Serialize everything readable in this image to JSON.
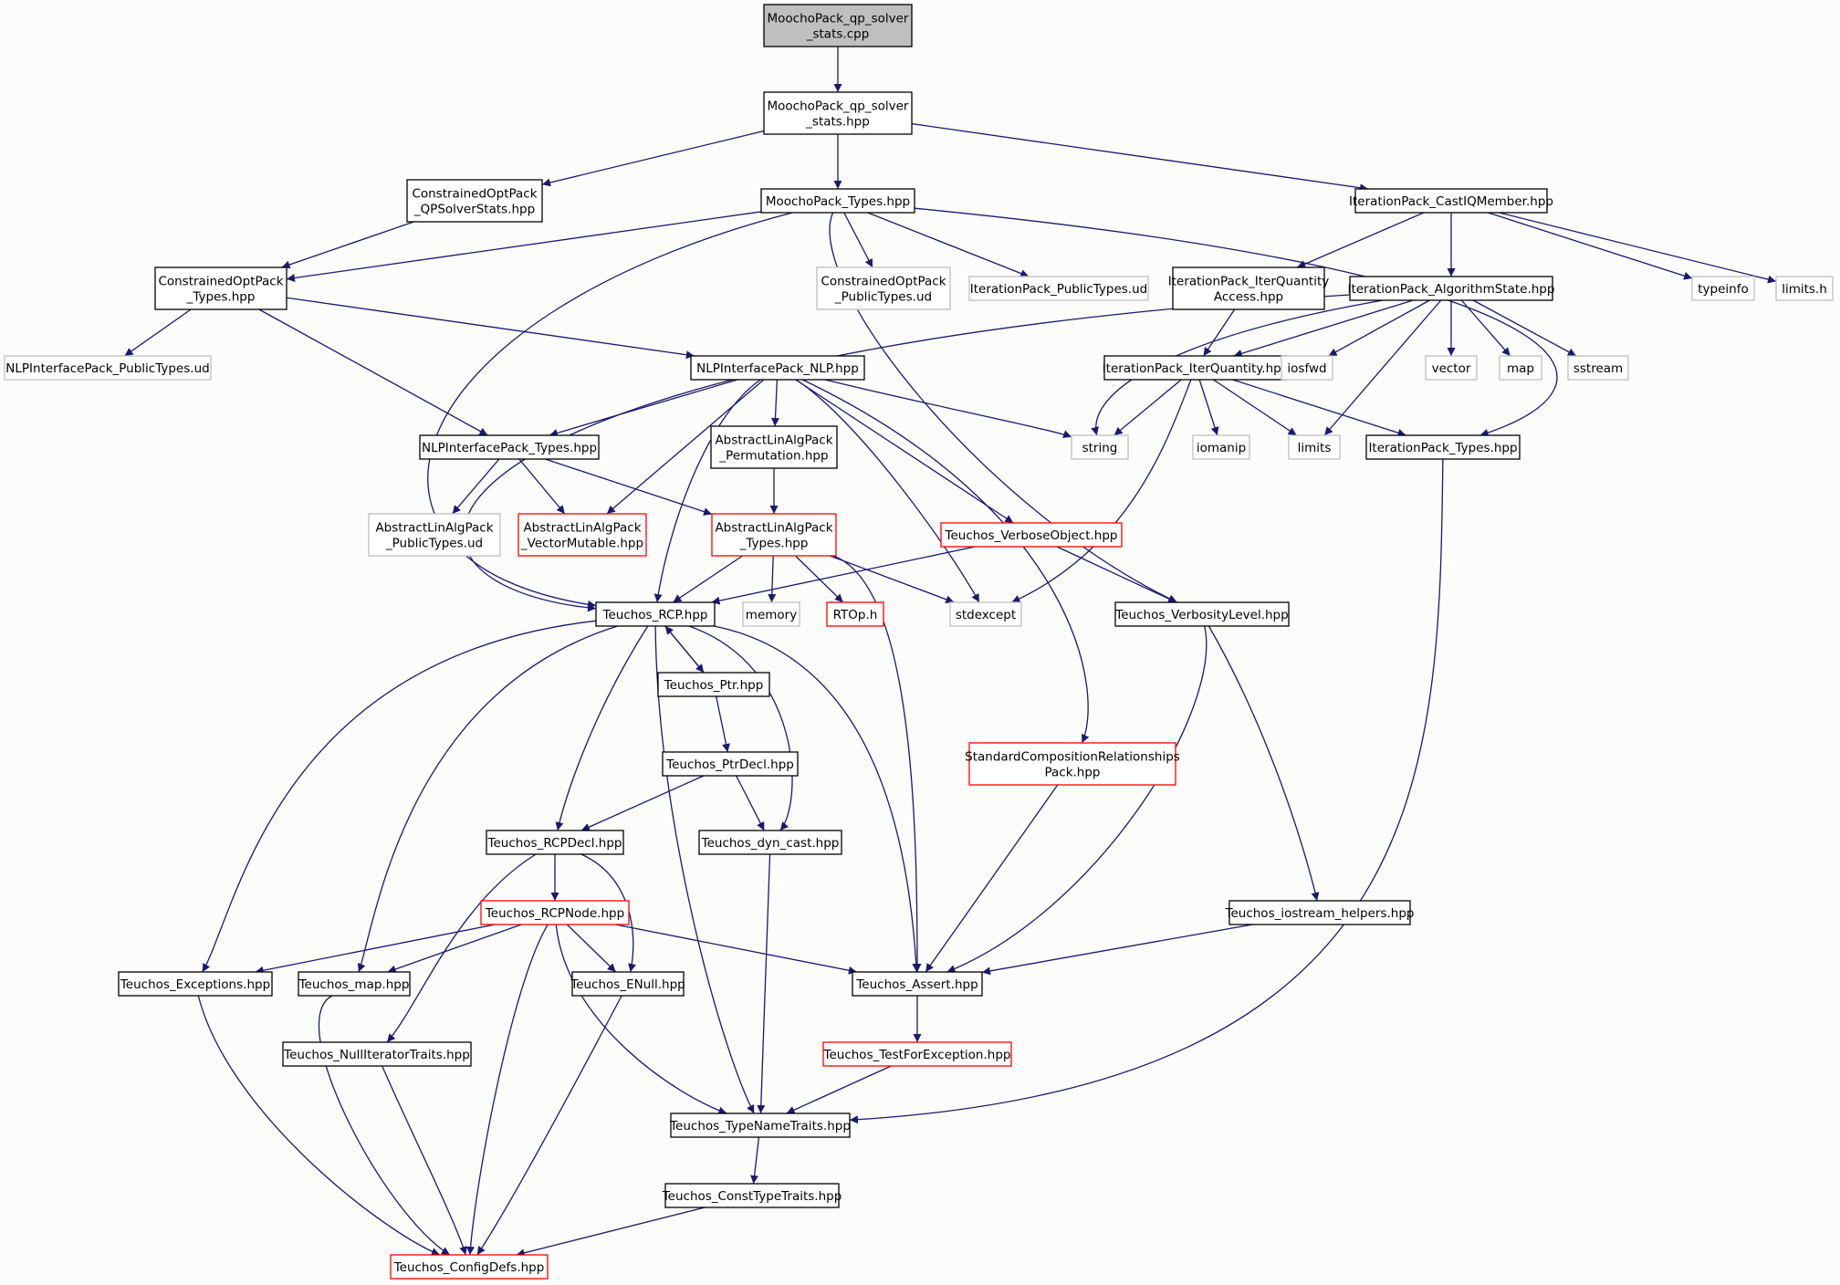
{
  "colors": {
    "background": "#fcfcfa",
    "edge": "#191970",
    "root_fill": "#bfbfbf",
    "normal_border": "#000000",
    "truncated_border": "#ff0000",
    "external_border": "#bfbfbf"
  },
  "nodes": [
    {
      "id": "root",
      "lines": [
        "MoochoPack_qp_solver",
        "_stats.cpp"
      ],
      "kind": "root"
    },
    {
      "id": "qpstats_hpp",
      "lines": [
        "MoochoPack_qp_solver",
        "_stats.hpp"
      ],
      "kind": "normal"
    },
    {
      "id": "co_qpsolverstats",
      "lines": [
        "ConstrainedOptPack",
        "_QPSolverStats.hpp"
      ],
      "kind": "normal"
    },
    {
      "id": "moocho_types",
      "lines": [
        "MoochoPack_Types.hpp"
      ],
      "kind": "normal"
    },
    {
      "id": "ip_castiq",
      "lines": [
        "IterationPack_CastIQMember.hpp"
      ],
      "kind": "normal"
    },
    {
      "id": "co_types",
      "lines": [
        "ConstrainedOptPack",
        "_Types.hpp"
      ],
      "kind": "normal"
    },
    {
      "id": "co_pubtypes",
      "lines": [
        "ConstrainedOptPack",
        "_PublicTypes.ud"
      ],
      "kind": "external"
    },
    {
      "id": "ip_pubtypes",
      "lines": [
        "IterationPack_PublicTypes.ud"
      ],
      "kind": "external"
    },
    {
      "id": "ip_iqaccess",
      "lines": [
        "IterationPack_IterQuantity",
        "Access.hpp"
      ],
      "kind": "normal"
    },
    {
      "id": "ip_algstate",
      "lines": [
        "IterationPack_AlgorithmState.hpp"
      ],
      "kind": "normal"
    },
    {
      "id": "typeinfo",
      "lines": [
        "typeinfo"
      ],
      "kind": "external"
    },
    {
      "id": "limits_h",
      "lines": [
        "limits.h"
      ],
      "kind": "external"
    },
    {
      "id": "nlp_pubtypes",
      "lines": [
        "NLPInterfacePack_PublicTypes.ud"
      ],
      "kind": "external"
    },
    {
      "id": "nlp_nlp",
      "lines": [
        "NLPInterfacePack_NLP.hpp"
      ],
      "kind": "normal"
    },
    {
      "id": "ip_iterq",
      "lines": [
        "IterationPack_IterQuantity.hpp"
      ],
      "kind": "normal"
    },
    {
      "id": "iosfwd",
      "lines": [
        "iosfwd"
      ],
      "kind": "external"
    },
    {
      "id": "vector",
      "lines": [
        "vector"
      ],
      "kind": "external"
    },
    {
      "id": "map",
      "lines": [
        "map"
      ],
      "kind": "external"
    },
    {
      "id": "sstream",
      "lines": [
        "sstream"
      ],
      "kind": "external"
    },
    {
      "id": "nlp_types",
      "lines": [
        "NLPInterfacePack_Types.hpp"
      ],
      "kind": "normal"
    },
    {
      "id": "ala_perm",
      "lines": [
        "AbstractLinAlgPack",
        "_Permutation.hpp"
      ],
      "kind": "normal"
    },
    {
      "id": "string",
      "lines": [
        "string"
      ],
      "kind": "external"
    },
    {
      "id": "iomanip",
      "lines": [
        "iomanip"
      ],
      "kind": "external"
    },
    {
      "id": "limits",
      "lines": [
        "limits"
      ],
      "kind": "external"
    },
    {
      "id": "ip_types",
      "lines": [
        "IterationPack_Types.hpp"
      ],
      "kind": "normal"
    },
    {
      "id": "ala_pubtypes",
      "lines": [
        "AbstractLinAlgPack",
        "_PublicTypes.ud"
      ],
      "kind": "external"
    },
    {
      "id": "ala_vecmut",
      "lines": [
        "AbstractLinAlgPack",
        "_VectorMutable.hpp"
      ],
      "kind": "truncated"
    },
    {
      "id": "ala_types",
      "lines": [
        "AbstractLinAlgPack",
        "_Types.hpp"
      ],
      "kind": "truncated"
    },
    {
      "id": "t_verboseobj",
      "lines": [
        "Teuchos_VerboseObject.hpp"
      ],
      "kind": "truncated"
    },
    {
      "id": "t_rcp",
      "lines": [
        "Teuchos_RCP.hpp"
      ],
      "kind": "normal"
    },
    {
      "id": "memory",
      "lines": [
        "memory"
      ],
      "kind": "external"
    },
    {
      "id": "rtop",
      "lines": [
        "RTOp.h"
      ],
      "kind": "truncated"
    },
    {
      "id": "stdexcept",
      "lines": [
        "stdexcept"
      ],
      "kind": "external"
    },
    {
      "id": "t_verblevel",
      "lines": [
        "Teuchos_VerbosityLevel.hpp"
      ],
      "kind": "normal"
    },
    {
      "id": "t_ptr",
      "lines": [
        "Teuchos_Ptr.hpp"
      ],
      "kind": "normal"
    },
    {
      "id": "t_ptrdecl",
      "lines": [
        "Teuchos_PtrDecl.hpp"
      ],
      "kind": "normal"
    },
    {
      "id": "scrp",
      "lines": [
        "StandardCompositionRelationships",
        "Pack.hpp"
      ],
      "kind": "truncated"
    },
    {
      "id": "t_rcpdecl",
      "lines": [
        "Teuchos_RCPDecl.hpp"
      ],
      "kind": "normal"
    },
    {
      "id": "t_dyncast",
      "lines": [
        "Teuchos_dyn_cast.hpp"
      ],
      "kind": "normal"
    },
    {
      "id": "t_rcpnode",
      "lines": [
        "Teuchos_RCPNode.hpp"
      ],
      "kind": "truncated"
    },
    {
      "id": "t_iohelpers",
      "lines": [
        "Teuchos_iostream_helpers.hpp"
      ],
      "kind": "normal"
    },
    {
      "id": "t_exceptions",
      "lines": [
        "Teuchos_Exceptions.hpp"
      ],
      "kind": "normal"
    },
    {
      "id": "t_map",
      "lines": [
        "Teuchos_map.hpp"
      ],
      "kind": "normal"
    },
    {
      "id": "t_enull",
      "lines": [
        "Teuchos_ENull.hpp"
      ],
      "kind": "normal"
    },
    {
      "id": "t_assert",
      "lines": [
        "Teuchos_Assert.hpp"
      ],
      "kind": "normal"
    },
    {
      "id": "t_nullit",
      "lines": [
        "Teuchos_NullIteratorTraits.hpp"
      ],
      "kind": "normal"
    },
    {
      "id": "t_tfe",
      "lines": [
        "Teuchos_TestForException.hpp"
      ],
      "kind": "truncated"
    },
    {
      "id": "t_typename",
      "lines": [
        "Teuchos_TypeNameTraits.hpp"
      ],
      "kind": "normal"
    },
    {
      "id": "t_consttype",
      "lines": [
        "Teuchos_ConstTypeTraits.hpp"
      ],
      "kind": "normal"
    },
    {
      "id": "t_configdefs",
      "lines": [
        "Teuchos_ConfigDefs.hpp"
      ],
      "kind": "truncated"
    }
  ],
  "edges": [
    [
      "root",
      "qpstats_hpp"
    ],
    [
      "qpstats_hpp",
      "co_qpsolverstats"
    ],
    [
      "qpstats_hpp",
      "moocho_types"
    ],
    [
      "qpstats_hpp",
      "ip_castiq"
    ],
    [
      "co_qpsolverstats",
      "co_types"
    ],
    [
      "moocho_types",
      "co_types"
    ],
    [
      "moocho_types",
      "co_pubtypes"
    ],
    [
      "moocho_types",
      "ip_pubtypes"
    ],
    [
      "moocho_types",
      "t_rcp"
    ],
    [
      "moocho_types",
      "t_verblevel"
    ],
    [
      "moocho_types",
      "ip_types"
    ],
    [
      "ip_castiq",
      "ip_iqaccess"
    ],
    [
      "ip_castiq",
      "ip_algstate"
    ],
    [
      "ip_castiq",
      "typeinfo"
    ],
    [
      "ip_castiq",
      "limits_h"
    ],
    [
      "co_types",
      "nlp_pubtypes"
    ],
    [
      "co_types",
      "nlp_nlp"
    ],
    [
      "co_types",
      "nlp_types"
    ],
    [
      "ip_iqaccess",
      "ip_iterq"
    ],
    [
      "ip_algstate",
      "ip_iterq"
    ],
    [
      "ip_algstate",
      "iosfwd"
    ],
    [
      "ip_algstate",
      "vector"
    ],
    [
      "ip_algstate",
      "map"
    ],
    [
      "ip_algstate",
      "sstream"
    ],
    [
      "ip_algstate",
      "string"
    ],
    [
      "ip_algstate",
      "limits"
    ],
    [
      "ip_algstate",
      "t_rcp"
    ],
    [
      "nlp_nlp",
      "nlp_types"
    ],
    [
      "nlp_nlp",
      "ala_perm"
    ],
    [
      "nlp_nlp",
      "ala_vecmut"
    ],
    [
      "nlp_nlp",
      "string"
    ],
    [
      "nlp_nlp",
      "t_verboseobj"
    ],
    [
      "nlp_nlp",
      "t_rcp"
    ],
    [
      "nlp_nlp",
      "stdexcept"
    ],
    [
      "nlp_nlp",
      "scrp"
    ],
    [
      "ip_iterq",
      "string"
    ],
    [
      "ip_iterq",
      "iomanip"
    ],
    [
      "ip_iterq",
      "limits"
    ],
    [
      "ip_iterq",
      "ip_types"
    ],
    [
      "ip_iterq",
      "stdexcept"
    ],
    [
      "nlp_types",
      "ala_pubtypes"
    ],
    [
      "nlp_types",
      "ala_vecmut"
    ],
    [
      "nlp_types",
      "ala_types"
    ],
    [
      "ala_perm",
      "ala_types"
    ],
    [
      "ala_types",
      "t_rcp"
    ],
    [
      "ala_types",
      "memory"
    ],
    [
      "ala_types",
      "rtop"
    ],
    [
      "ala_types",
      "stdexcept"
    ],
    [
      "ala_types",
      "t_assert"
    ],
    [
      "t_verboseobj",
      "t_rcp"
    ],
    [
      "t_verboseobj",
      "t_verblevel"
    ],
    [
      "ip_types",
      "t_typename"
    ],
    [
      "t_rcp",
      "t_ptr"
    ],
    [
      "t_rcp",
      "t_rcpdecl"
    ],
    [
      "t_rcp",
      "t_dyncast"
    ],
    [
      "t_rcp",
      "t_exceptions"
    ],
    [
      "t_rcp",
      "t_map"
    ],
    [
      "t_rcp",
      "t_assert"
    ],
    [
      "t_rcp",
      "t_typename"
    ],
    [
      "t_ptr",
      "t_rcp"
    ],
    [
      "t_ptr",
      "t_ptrdecl"
    ],
    [
      "t_ptrdecl",
      "t_rcpdecl"
    ],
    [
      "t_ptrdecl",
      "t_dyncast"
    ],
    [
      "t_verblevel",
      "t_assert"
    ],
    [
      "t_verblevel",
      "t_iohelpers"
    ],
    [
      "scrp",
      "t_assert"
    ],
    [
      "t_rcpdecl",
      "t_rcpnode"
    ],
    [
      "t_rcpdecl",
      "t_enull"
    ],
    [
      "t_rcpdecl",
      "t_nullit"
    ],
    [
      "t_rcpnode",
      "t_exceptions"
    ],
    [
      "t_rcpnode",
      "t_map"
    ],
    [
      "t_rcpnode",
      "t_enull"
    ],
    [
      "t_rcpnode",
      "t_assert"
    ],
    [
      "t_rcpnode",
      "t_typename"
    ],
    [
      "t_rcpnode",
      "t_configdefs"
    ],
    [
      "t_iohelpers",
      "t_assert"
    ],
    [
      "t_dyncast",
      "t_typename"
    ],
    [
      "t_exceptions",
      "t_configdefs"
    ],
    [
      "t_map",
      "t_configdefs"
    ],
    [
      "t_enull",
      "t_configdefs"
    ],
    [
      "t_nullit",
      "t_configdefs"
    ],
    [
      "t_assert",
      "t_tfe"
    ],
    [
      "t_tfe",
      "t_typename"
    ],
    [
      "t_typename",
      "t_consttype"
    ],
    [
      "t_consttype",
      "t_configdefs"
    ]
  ]
}
